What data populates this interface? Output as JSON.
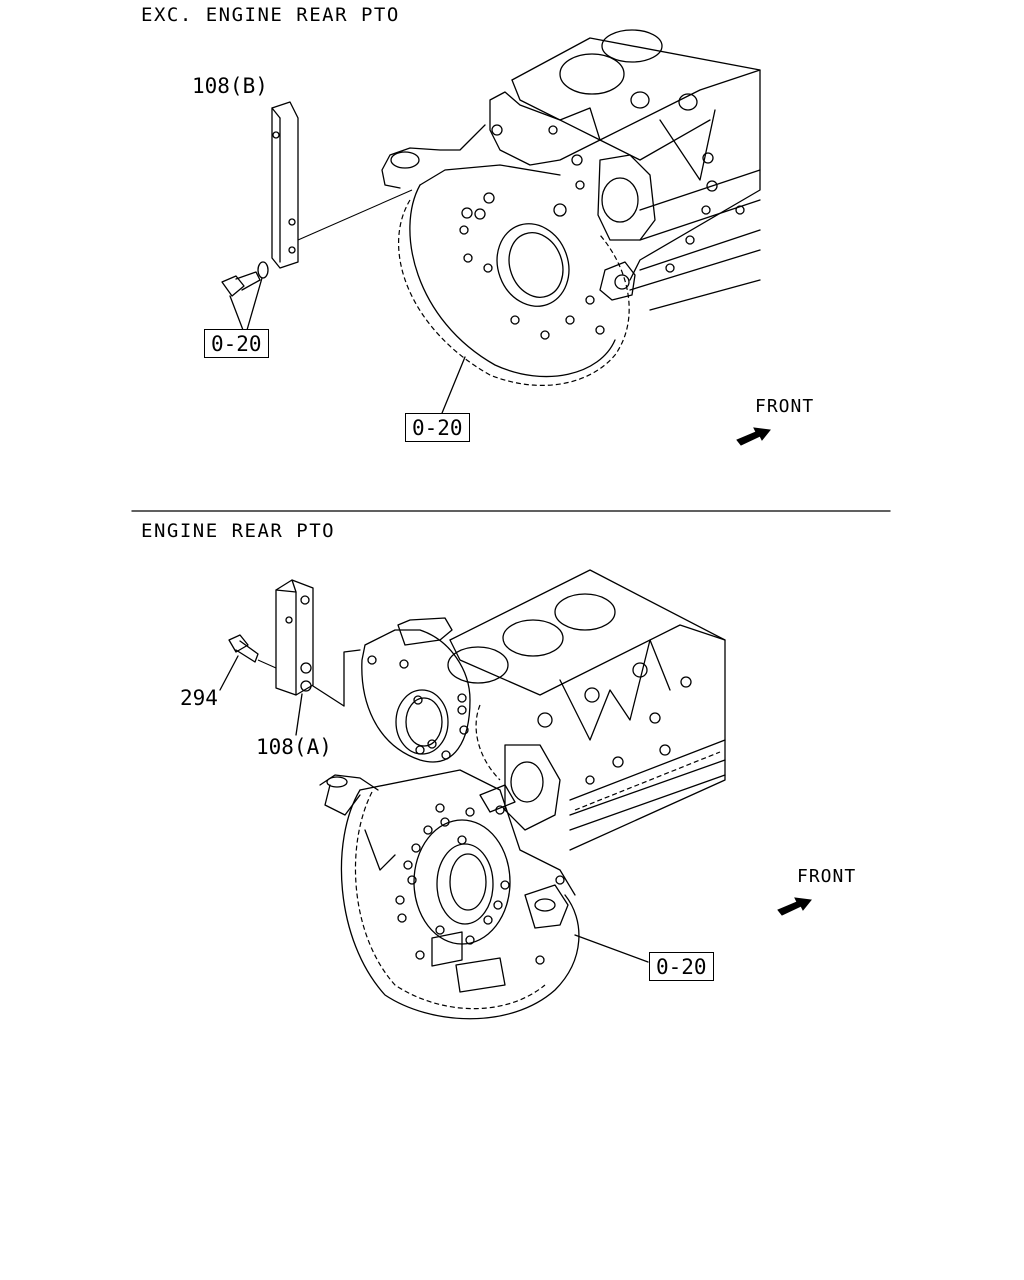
{
  "top_section": {
    "title": "EXC. ENGINE REAR PTO",
    "labels": {
      "bracket": "108(B)",
      "bolt_ref": "0-20",
      "housing_ref": "0-20"
    },
    "front": "FRONT"
  },
  "bottom_section": {
    "title": "ENGINE REAR PTO",
    "labels": {
      "bolt": "294",
      "bracket": "108(A)",
      "housing_ref": "0-20"
    },
    "front": "FRONT"
  },
  "icons": [
    "front-arrow-icon"
  ]
}
